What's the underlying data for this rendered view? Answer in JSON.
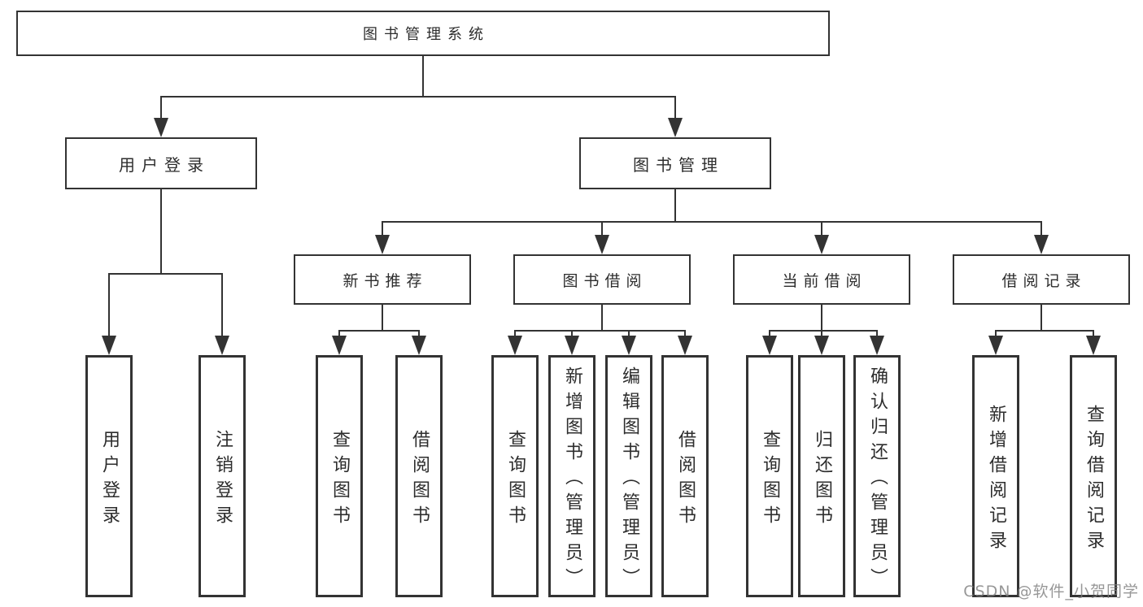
{
  "tree": {
    "root": {
      "label": "图书管理系统"
    },
    "branches": [
      {
        "label": "用户登录",
        "children": [
          {
            "label": "用户登录"
          },
          {
            "label": "注销登录"
          }
        ]
      },
      {
        "label": "图书管理",
        "groups": [
          {
            "label": "新书推荐",
            "children": [
              {
                "label": "查询图书"
              },
              {
                "label": "借阅图书"
              }
            ]
          },
          {
            "label": "图书借阅",
            "children": [
              {
                "label": "查询图书"
              },
              {
                "label": "新增图书（管理员）"
              },
              {
                "label": "编辑图书（管理员）"
              },
              {
                "label": "借阅图书"
              }
            ]
          },
          {
            "label": "当前借阅",
            "children": [
              {
                "label": "查询图书"
              },
              {
                "label": "归还图书"
              },
              {
                "label": "确认归还（管理员）"
              }
            ]
          },
          {
            "label": "借阅记录",
            "children": [
              {
                "label": "新增借阅记录"
              },
              {
                "label": "查询借阅记录"
              }
            ]
          }
        ]
      }
    ]
  },
  "icons": {
    "arrowhead": "css-triangle-down"
  },
  "colors": {
    "line": "#333333",
    "text": "#2d2d2d",
    "background": "#ffffff",
    "watermark": "#7d7d7d"
  },
  "watermark": {
    "text": "CSDN @软件_小贺同学"
  }
}
